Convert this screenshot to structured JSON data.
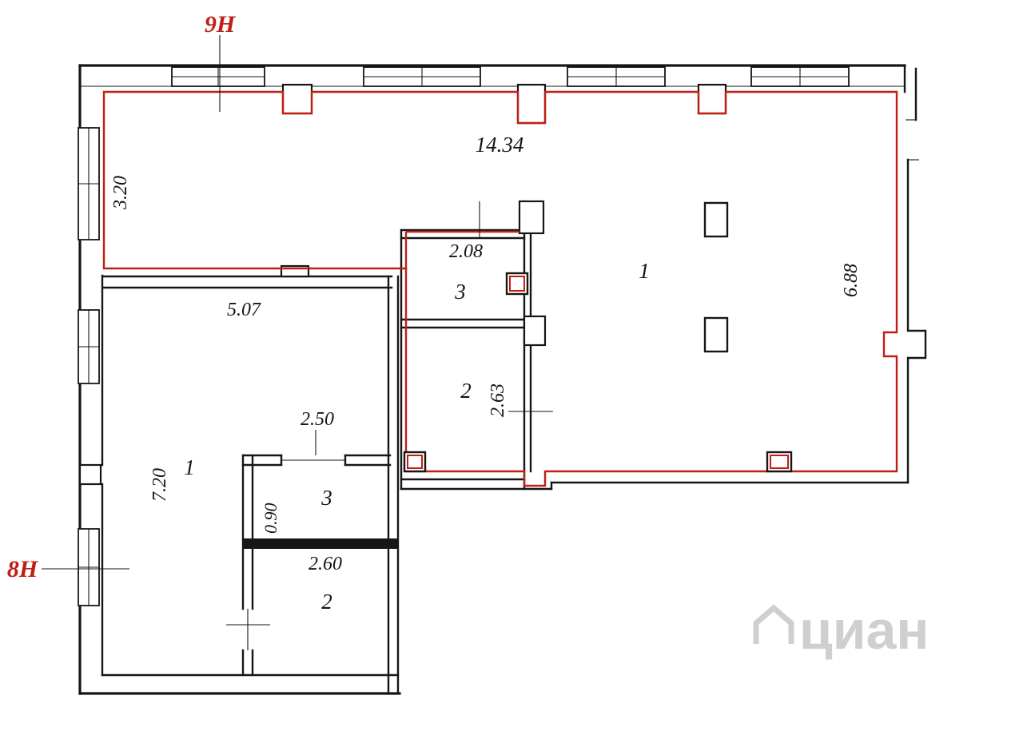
{
  "colors": {
    "unit_outline_red": "#bf1f15",
    "wall_black": "#161616",
    "watermark_gray": "#cbcbcb"
  },
  "units": {
    "unit9": {
      "label": "9Н"
    },
    "unit8": {
      "label": "8Н"
    }
  },
  "dimensions": {
    "top_width": "14.34",
    "left_strip_height": "3.20",
    "room8_1_width": "5.07",
    "room9_3_width": "2.08",
    "right_height": "6.88",
    "room8_opening": "2.50",
    "room9_2_height": "2.63",
    "room8_1_height": "7.20",
    "room8_3_height": "0.90",
    "room8_2_width": "2.60"
  },
  "rooms": {
    "unit9_room1": "1",
    "unit9_room2": "2",
    "unit9_room3": "3",
    "unit8_room1": "1",
    "unit8_room2": "2",
    "unit8_room3": "3"
  },
  "watermark": {
    "text": "циан"
  }
}
